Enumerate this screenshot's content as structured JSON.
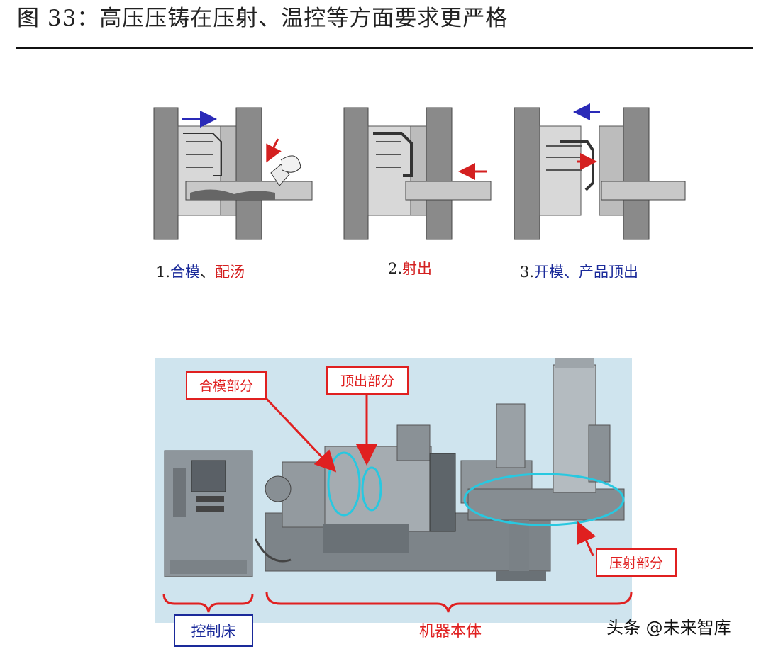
{
  "header": {
    "title": "图 33：高压压铸在压射、温控等方面要求更严格"
  },
  "steps": [
    {
      "num": "1.",
      "part1": "合模",
      "sep": "、",
      "part2": "配汤"
    },
    {
      "num": "2.",
      "part1": "射出"
    },
    {
      "num": "3.",
      "part1": "开模、产品顶出"
    }
  ],
  "machine": {
    "callouts": {
      "clamp": "合模部分",
      "eject": "顶出部分",
      "inject": "压射部分",
      "control": "控制床",
      "body": "机器本体"
    }
  },
  "watermark": {
    "text": "头条 @未来智库"
  },
  "colors": {
    "blue_arrow": "#2a2ab8",
    "red_arrow": "#d42020",
    "callout_red": "#e02020",
    "ring_cyan": "#28c8e0",
    "photo_bg": "#cfe4ee",
    "label_blue": "#1a2a9a"
  }
}
